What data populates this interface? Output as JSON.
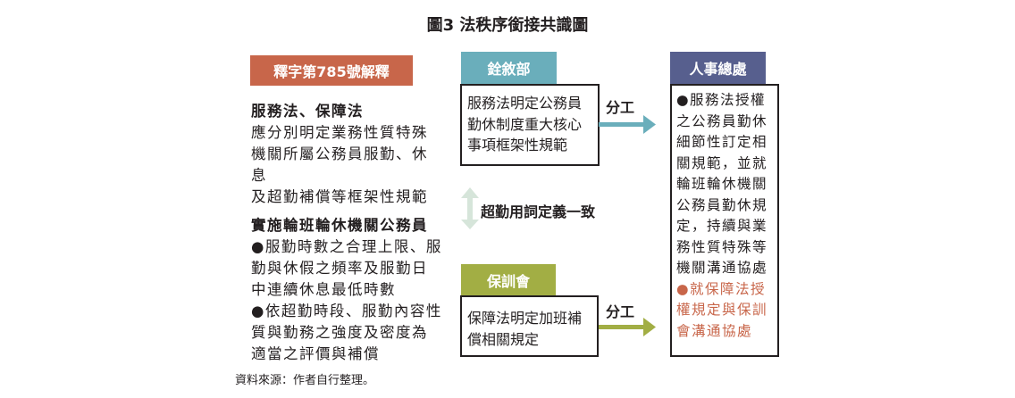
{
  "title": "圖3 法秩序銜接共識圖",
  "left": {
    "header": "釋字第785號解釋",
    "header_color": "#c8664a",
    "section1_title": "服務法、保障法",
    "section1_lines": [
      "應分別明定業務性質特殊",
      "機關所屬公務員服勤、休息",
      "及超勤補償等框架性規範"
    ],
    "section2_title": "實施輪班輪休機關公務員",
    "section2_lines": [
      "●服勤時數之合理上限、服",
      "勤與休假之頻率及服勤日",
      "中連續休息最低時數",
      "●依超勤時段、服勤內容性",
      "質與勤務之強度及密度為",
      "適當之評價與補償"
    ]
  },
  "top": {
    "header": "銓敘部",
    "header_color": "#6aaebb",
    "lines": [
      "服務法明定公務員",
      "勤休制度重大核心",
      "事項框架性規範"
    ],
    "arrow_label": "分工"
  },
  "middle": {
    "label": "超勤用詞定義一致",
    "arrow_color": "#d6e5da"
  },
  "bottom": {
    "header": "保訓會",
    "header_color": "#a2ae44",
    "lines": [
      "保障法明定加班補",
      "償相關規定"
    ],
    "arrow_label": "分工"
  },
  "right": {
    "header": "人事總處",
    "header_color": "#575f8e",
    "black_lines": [
      "●服務法授權",
      "之公務員勤休",
      "細節性訂定相",
      "關規範，並就",
      "輪班輪休機關",
      "公務員勤休規",
      "定，持續與業",
      "務性質特殊等",
      "機關溝通協處"
    ],
    "red_lines": [
      "●就保障法授",
      "權規定與保訓",
      "會溝通協處"
    ],
    "red_color": "#c8664a"
  },
  "source": "資料來源：作者自行整理。"
}
